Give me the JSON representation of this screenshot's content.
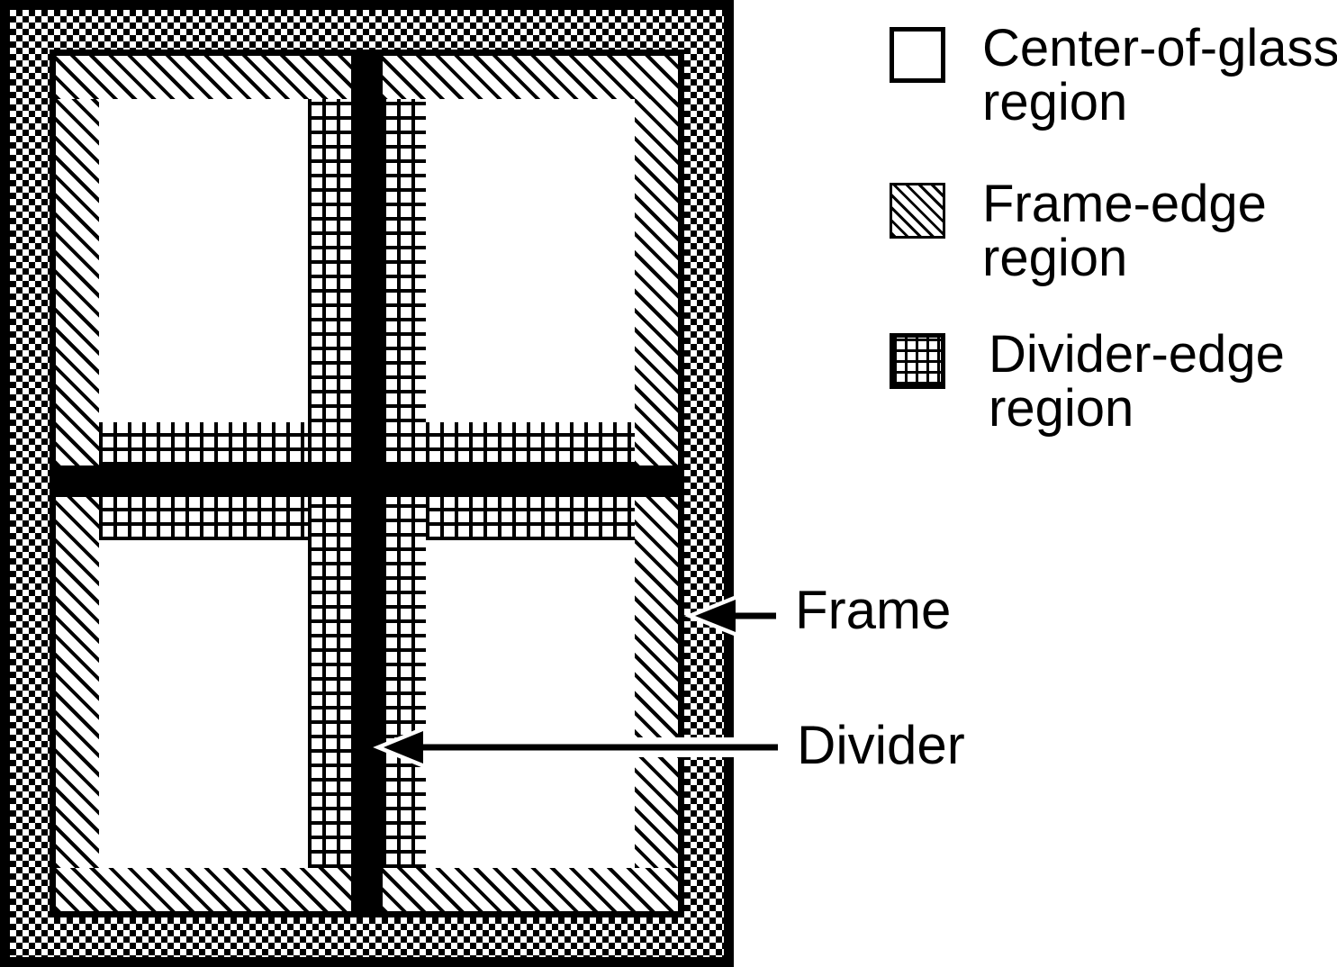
{
  "figure": {
    "type": "window-regions-diagram",
    "colors": {
      "ink": "#000000",
      "paper": "#ffffff"
    },
    "legend": {
      "items": [
        {
          "key": "center-of-glass",
          "swatch": "blank-square-swatch",
          "line1": "Center-of-glass",
          "line2": "region"
        },
        {
          "key": "frame-edge",
          "swatch": "diagonal-hatch-swatch",
          "line1": "Frame-edge",
          "line2": "region"
        },
        {
          "key": "divider-edge",
          "swatch": "grid-swatch",
          "line1": "Divider-edge",
          "line2": "region"
        }
      ]
    },
    "annotations": {
      "frame": "Frame",
      "divider": "Divider"
    },
    "window": {
      "panes": 4,
      "patterns": {
        "frame": "checkerboard",
        "frame_edge_region": "diagonal-hatch",
        "divider_edge_region": "square-grid",
        "center_of_glass": "white",
        "divider": "solid-black"
      }
    }
  }
}
